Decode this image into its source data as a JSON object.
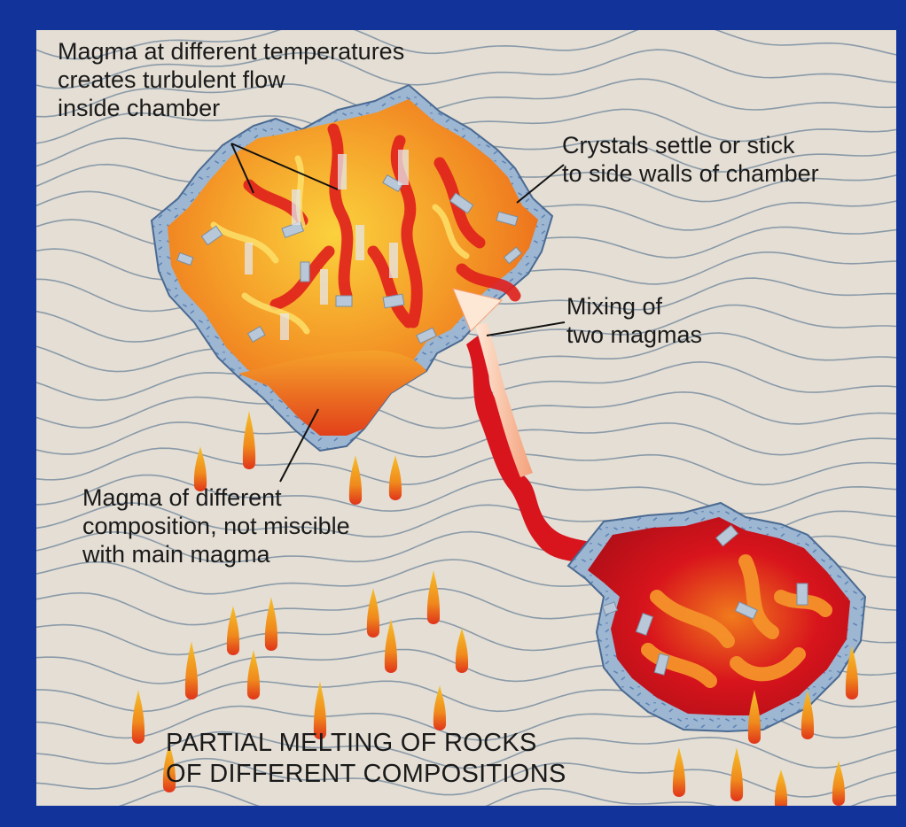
{
  "title": "",
  "colors": {
    "frame": "#12349a",
    "background": "#e4ded4",
    "rock_lines": "#8a9aa8",
    "chamber_wall": "#9db6d2",
    "magma_hot": "#d8141c",
    "magma_warm": "#f07b1c",
    "magma_light": "#fbd13d",
    "crystal": "#b8c8d8"
  },
  "labels": {
    "turbulent_flow": "Magma at different temperatures\ncreates turbulent flow\ninside chamber",
    "crystals_settle": "Crystals settle or stick\nto side walls of chamber",
    "mixing": "Mixing of\ntwo magmas",
    "immiscible": "Magma of different\ncomposition, not miscible\nwith main magma",
    "partial_melting": "PARTIAL MELTING OF ROCKS\nOF DIFFERENT COMPOSITIONS"
  },
  "icons": {
    "flow_arrow": "arrow-icon"
  }
}
